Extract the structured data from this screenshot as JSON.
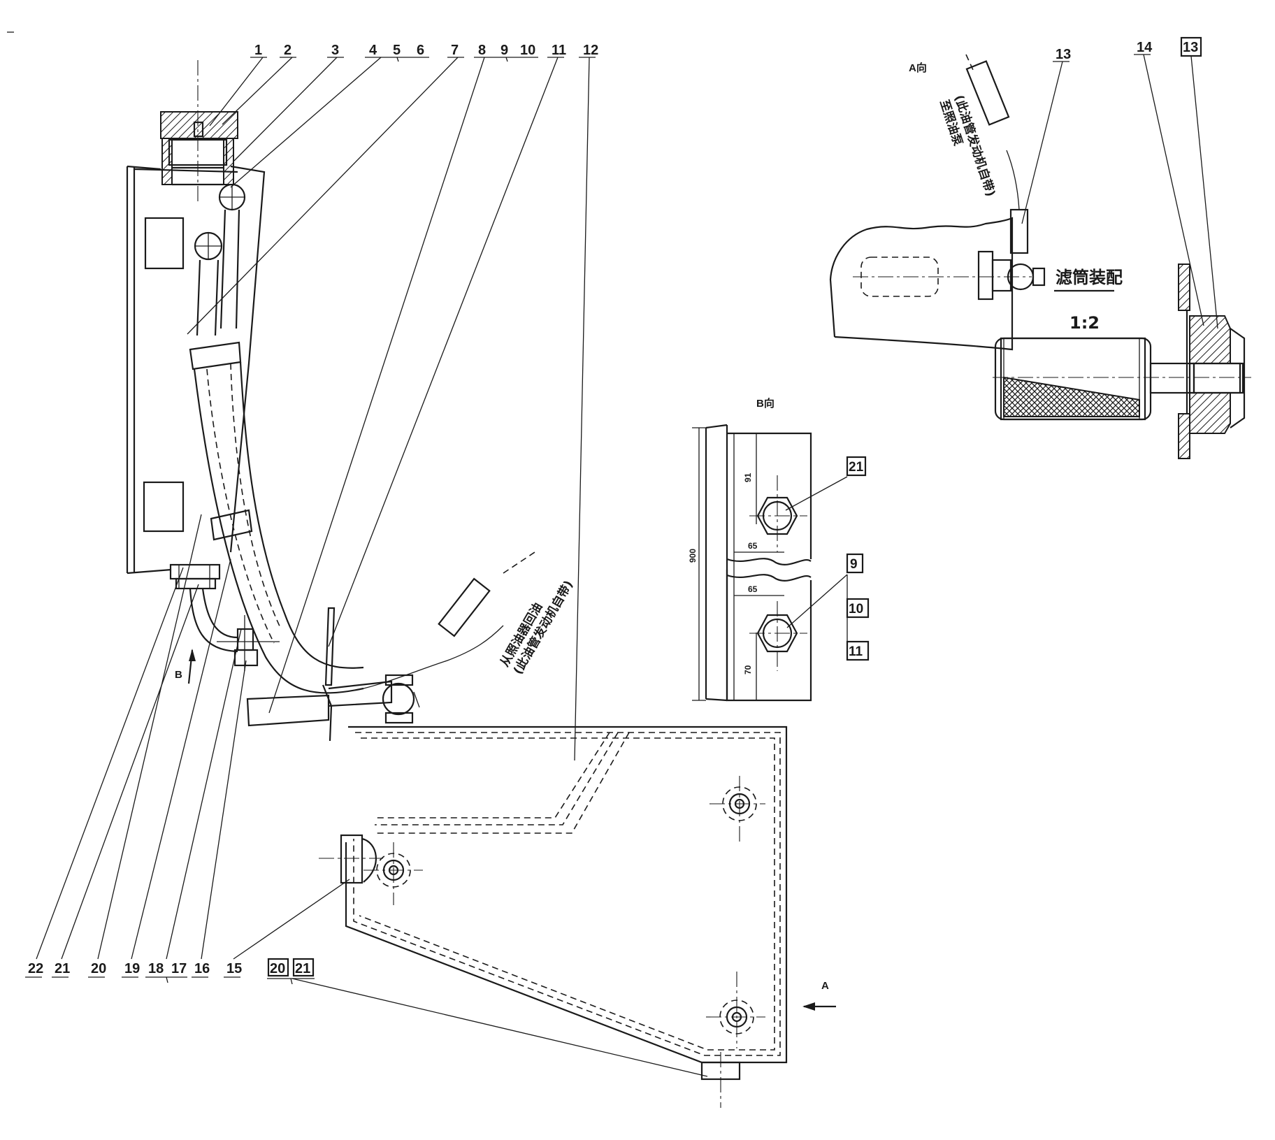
{
  "top_labels": [
    "1",
    "2",
    "3",
    "4",
    "5",
    "6",
    "7",
    "8",
    "9",
    "10",
    "11",
    "12"
  ],
  "bottom_labels": [
    "22",
    "21",
    "20",
    "19",
    "18",
    "17",
    "16",
    "15"
  ],
  "bottom_boxed_labels": [
    "20",
    "21"
  ],
  "view_a": {
    "title": "A向",
    "part_13": "13",
    "part_14": "14",
    "part_13_boxed": "13",
    "note_main_pump": "至照油泵",
    "note_main_pump_2": "(此油管发动机自带)",
    "filter_title": "滤筒装配",
    "filter_scale": "1:2"
  },
  "view_b": {
    "title": "B向",
    "dim_total": "900",
    "dim_top": "91",
    "dim_gap_1": "65",
    "dim_gap_2": "65",
    "dim_bottom": "70",
    "box_21": "21",
    "box_9": "9",
    "box_10": "10",
    "box_11": "11"
  },
  "main": {
    "arrow_a": "A",
    "arrow_b": "B",
    "note_return": "从照油器回油",
    "note_return_2": "(此油管发动机自带)"
  }
}
